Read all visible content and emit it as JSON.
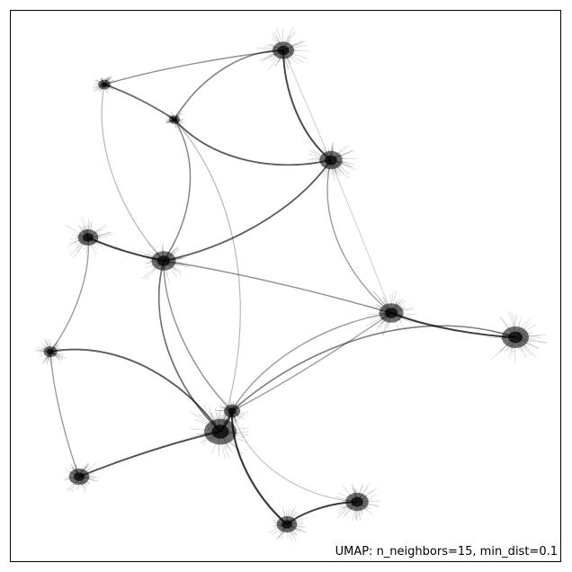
{
  "caption": "UMAP: n_neighbors=15, min_dist=0.1",
  "colors": {
    "background": "#ffffff",
    "frame": "#000000",
    "ink": "#000000"
  },
  "clusters": [
    {
      "id": "c1"
    },
    {
      "id": "c2"
    },
    {
      "id": "c3"
    },
    {
      "id": "c4"
    },
    {
      "id": "c5"
    },
    {
      "id": "c6"
    },
    {
      "id": "c7"
    },
    {
      "id": "c8"
    },
    {
      "id": "c9"
    },
    {
      "id": "c10"
    },
    {
      "id": "c11"
    },
    {
      "id": "c12"
    },
    {
      "id": "c13"
    },
    {
      "id": "c14"
    }
  ],
  "edges": [
    {
      "from": "c4",
      "to": "c2",
      "strength": 0.85
    },
    {
      "from": "c1",
      "to": "c3",
      "strength": 0.7
    },
    {
      "from": "c3",
      "to": "c4",
      "strength": 0.75
    },
    {
      "from": "c4",
      "to": "c6",
      "strength": 0.75
    },
    {
      "from": "c5",
      "to": "c6",
      "strength": 0.9
    },
    {
      "from": "c6",
      "to": "c9",
      "strength": 0.65
    },
    {
      "from": "c7",
      "to": "c9",
      "strength": 0.75
    },
    {
      "from": "c8",
      "to": "c10",
      "strength": 0.9
    },
    {
      "from": "c10",
      "to": "c11",
      "strength": 0.55
    },
    {
      "from": "c9",
      "to": "c11",
      "strength": 0.85
    },
    {
      "from": "c9",
      "to": "c12",
      "strength": 0.8
    },
    {
      "from": "c11",
      "to": "c13",
      "strength": 0.95
    },
    {
      "from": "c13",
      "to": "c14",
      "strength": 0.9
    },
    {
      "from": "c1",
      "to": "c2",
      "strength": 0.45
    },
    {
      "from": "c2",
      "to": "c3",
      "strength": 0.55
    },
    {
      "from": "c3",
      "to": "c6",
      "strength": 0.5
    },
    {
      "from": "c6",
      "to": "c8",
      "strength": 0.45
    },
    {
      "from": "c4",
      "to": "c8",
      "strength": 0.4
    },
    {
      "from": "c5",
      "to": "c7",
      "strength": 0.4
    },
    {
      "from": "c7",
      "to": "c12",
      "strength": 0.4
    },
    {
      "from": "c6",
      "to": "c11",
      "strength": 0.45
    },
    {
      "from": "c9",
      "to": "c8",
      "strength": 0.4
    },
    {
      "from": "c11",
      "to": "c8",
      "strength": 0.4
    },
    {
      "from": "c1",
      "to": "c6",
      "strength": 0.25
    },
    {
      "from": "c3",
      "to": "c9",
      "strength": 0.25
    },
    {
      "from": "c2",
      "to": "c8",
      "strength": 0.12
    },
    {
      "from": "c11",
      "to": "c14",
      "strength": 0.2
    },
    {
      "from": "c9",
      "to": "c11",
      "strength": 0.2
    }
  ]
}
